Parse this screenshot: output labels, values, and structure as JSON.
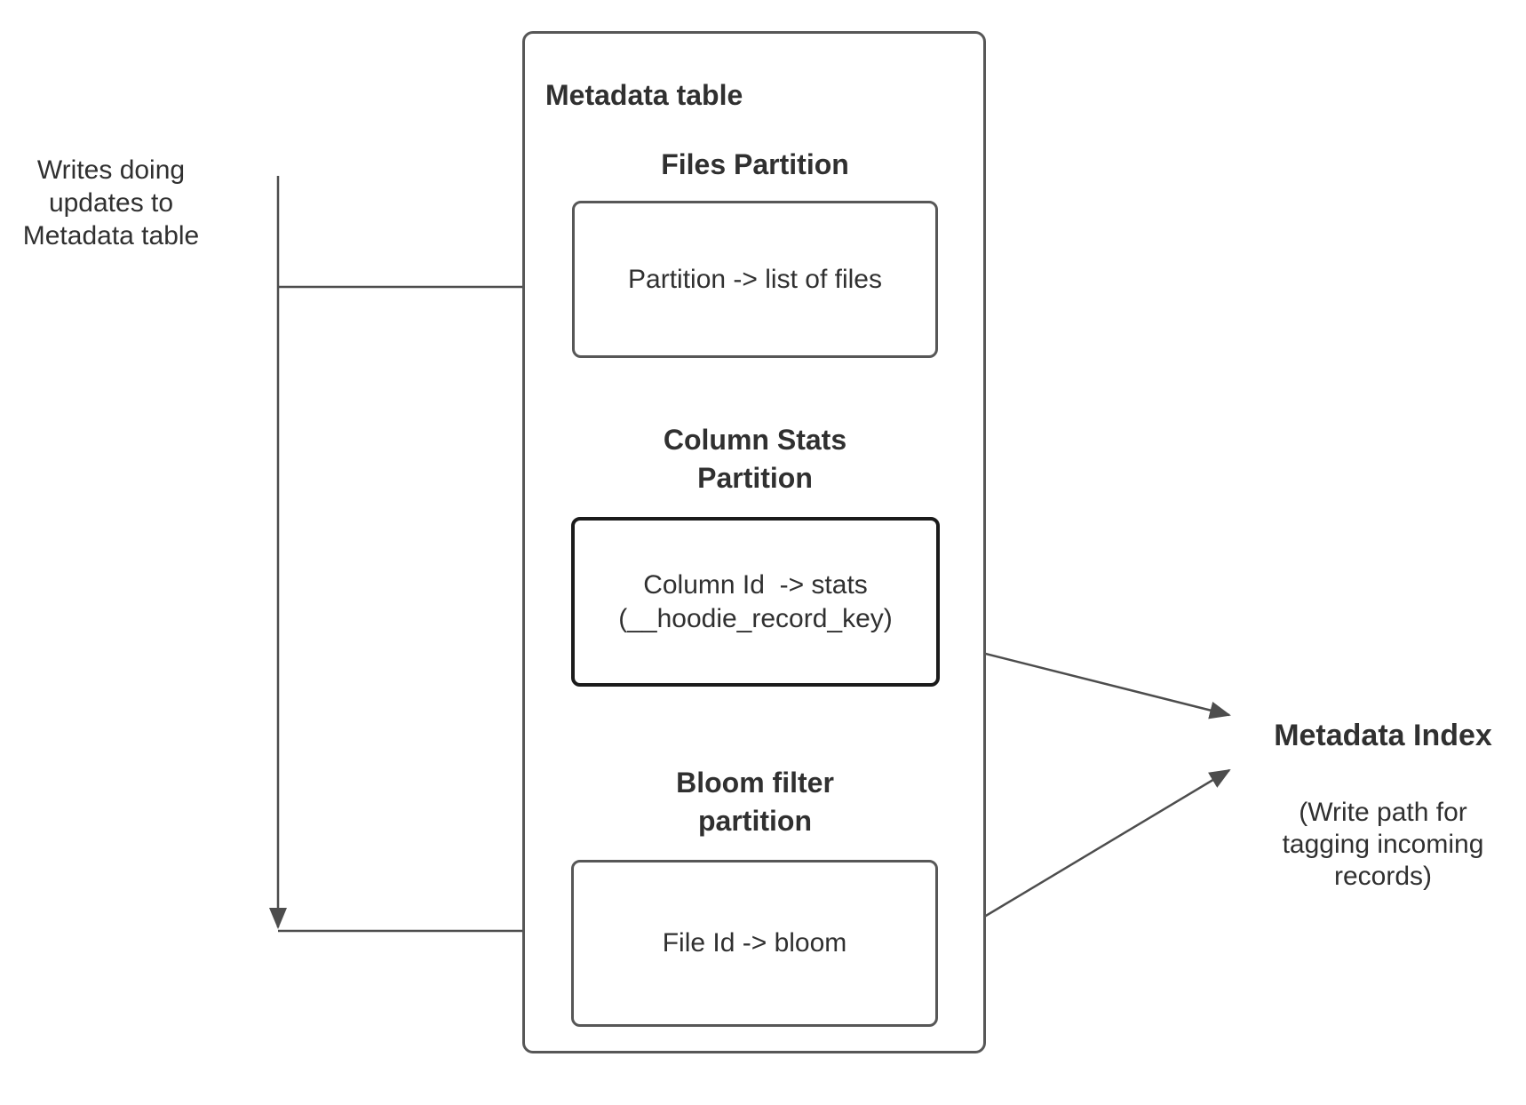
{
  "writes_label": {
    "lines": [
      "Writes doing",
      "updates to",
      "Metadata table"
    ]
  },
  "metadata_table": {
    "title": "Metadata table",
    "files_partition": {
      "heading": "Files Partition",
      "box_text": "Partition -> list of files"
    },
    "column_stats_partition": {
      "heading_lines": [
        "Column Stats",
        "Partition"
      ],
      "box_lines": [
        "Column Id  -> stats",
        "(__hoodie_record_key)"
      ]
    },
    "bloom_filter_partition": {
      "heading_lines": [
        "Bloom filter",
        "partition"
      ],
      "box_text": "File Id -> bloom"
    }
  },
  "metadata_index": {
    "title": "Metadata Index",
    "subtitle_lines": [
      "(Write path for",
      "tagging incoming",
      "records)"
    ]
  },
  "colors": {
    "connector_line": "#4d4d4d",
    "box_border": "#575757",
    "emphasis_box_border": "#1b1b1b",
    "text": "#303030"
  }
}
